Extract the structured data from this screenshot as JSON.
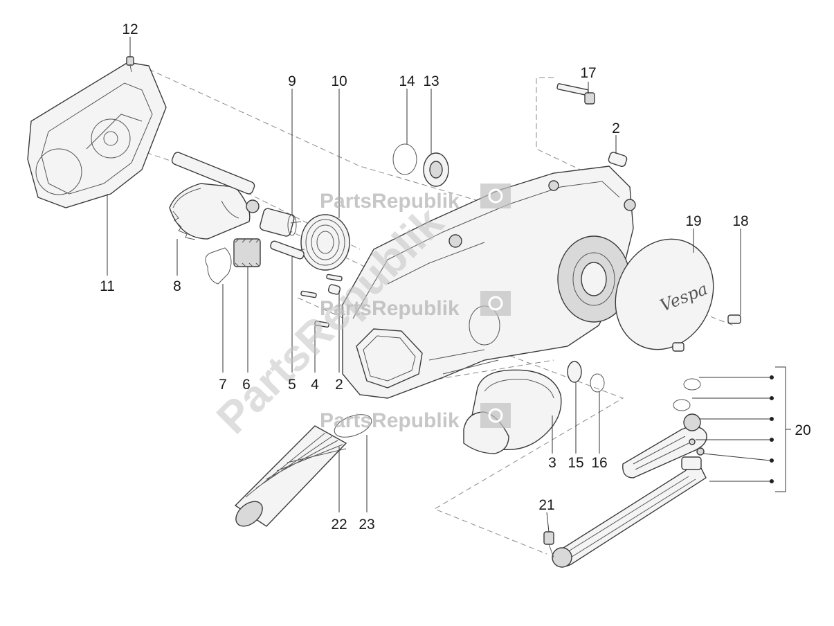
{
  "watermark": {
    "text": "PartsRepublik",
    "color": "#b0b0b0"
  },
  "logo_script": "Vespa",
  "callouts": [
    {
      "id": "12",
      "label": "12"
    },
    {
      "id": "11",
      "label": "11"
    },
    {
      "id": "8",
      "label": "8"
    },
    {
      "id": "7",
      "label": "7"
    },
    {
      "id": "6",
      "label": "6"
    },
    {
      "id": "9",
      "label": "9"
    },
    {
      "id": "10",
      "label": "10"
    },
    {
      "id": "5",
      "label": "5"
    },
    {
      "id": "4",
      "label": "4"
    },
    {
      "id": "2a",
      "label": "2"
    },
    {
      "id": "14",
      "label": "14"
    },
    {
      "id": "13",
      "label": "13"
    },
    {
      "id": "17",
      "label": "17"
    },
    {
      "id": "2b",
      "label": "2"
    },
    {
      "id": "19",
      "label": "19"
    },
    {
      "id": "18",
      "label": "18"
    },
    {
      "id": "3",
      "label": "3"
    },
    {
      "id": "15",
      "label": "15"
    },
    {
      "id": "16",
      "label": "16"
    },
    {
      "id": "20",
      "label": "20"
    },
    {
      "id": "22",
      "label": "22"
    },
    {
      "id": "23",
      "label": "23"
    },
    {
      "id": "21",
      "label": "21"
    }
  ]
}
